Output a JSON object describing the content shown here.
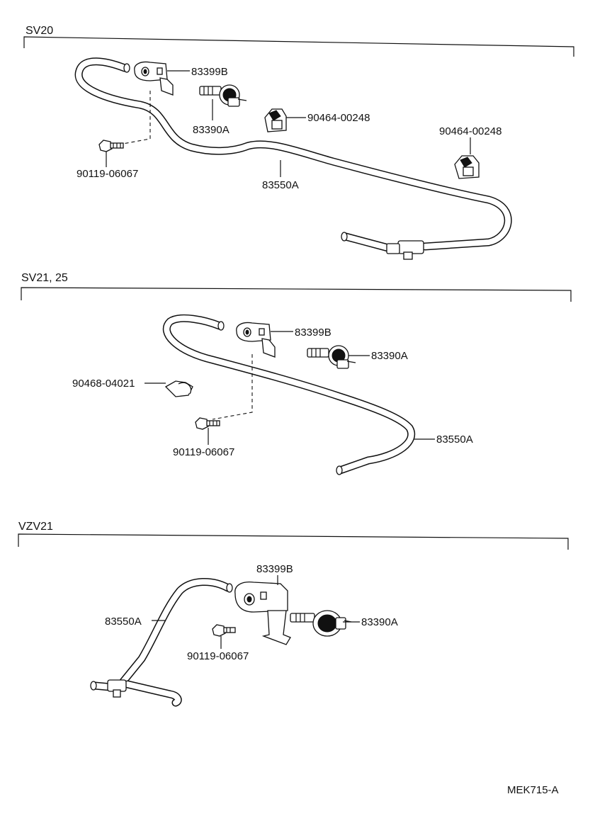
{
  "sections": [
    {
      "header": "SV20",
      "labels": {
        "bracket": "83399B",
        "vsv": "83390A",
        "clamp1": "90464-00248",
        "clamp2": "90464-00248",
        "bolt": "90119-06067",
        "hose": "83550A"
      }
    },
    {
      "header": "SV21, 25",
      "labels": {
        "bracket": "83399B",
        "vsv": "83390A",
        "clip": "90468-04021",
        "bolt": "90119-06067",
        "hose": "83550A"
      }
    },
    {
      "header": "VZV21",
      "labels": {
        "bracket": "83399B",
        "vsv": "83390A",
        "hose": "83550A",
        "bolt": "90119-06067"
      }
    }
  ],
  "footer_code": "MEK715-A"
}
